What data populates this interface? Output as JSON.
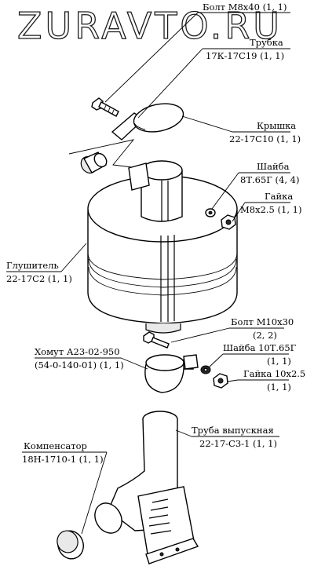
{
  "watermark": "ZURAVTO.RU",
  "labels": {
    "bolt_m8": {
      "name": "Болт М8х40 (1, 1)"
    },
    "pipe": {
      "name": "Трубка",
      "code": "17К-17С19 (1, 1)"
    },
    "cover": {
      "name": "Крышка",
      "code": "22-17С10 (1, 1)"
    },
    "washer_8": {
      "name": "Шайба",
      "code": "8Т.65Г (4, 4)"
    },
    "nut_m8": {
      "name": "Гайка",
      "code": "М8х2.5 (1, 1)"
    },
    "muffler": {
      "name": "Глушитель",
      "code": "22-17С2 (1, 1)"
    },
    "bolt_m10": {
      "name": "Болт М10х30",
      "code": "(2, 2)"
    },
    "clamp": {
      "name": "Хомут А23-02-950",
      "code": "(54-0-140-01) (1, 1)"
    },
    "washer_10": {
      "name": "Шайба 10Т.65Г",
      "code": "(1, 1)"
    },
    "nut_10": {
      "name": "Гайка 10х2.5",
      "code": "(1, 1)"
    },
    "exhaust_pipe": {
      "name": "Труба выпускная",
      "code": "22-17-С3-1 (1, 1)"
    },
    "compensator": {
      "name": "Компенсатор",
      "code": "18Н-1710-1 (1, 1)"
    }
  }
}
